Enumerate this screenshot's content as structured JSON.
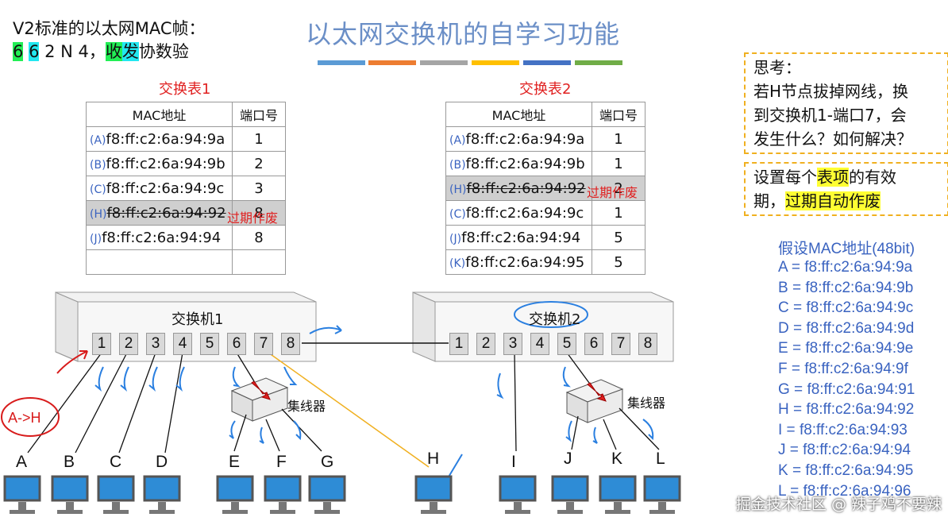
{
  "title": "以太网交换机的自学习功能",
  "title_bar_colors": [
    "#5b9bd5",
    "#ed7d31",
    "#a5a5a5",
    "#ffc000",
    "#4472c4",
    "#70ad47"
  ],
  "mac_frame": {
    "line1": "V2标准的以太网MAC帧：",
    "n1": "6",
    "n2": "6",
    "rest": " 2 N 4，",
    "shou": "收",
    "fa": "发",
    "tail": "协数验"
  },
  "table1": {
    "title": "交换表1",
    "headers": [
      "MAC地址",
      "端口号"
    ],
    "rows": [
      {
        "label": "(A)",
        "mac": "f8:ff:c2:6a:94:9a",
        "port": "1"
      },
      {
        "label": "(B)",
        "mac": "f8:ff:c2:6a:94:9b",
        "port": "2"
      },
      {
        "label": "(C)",
        "mac": "f8:ff:c2:6a:94:9c",
        "port": "3"
      },
      {
        "label": "(H)",
        "mac": "f8:ff:c2:6a:94:92",
        "port": "8"
      },
      {
        "label": "(J)",
        "mac": "f8:ff:c2:6a:94:94",
        "port": "8"
      }
    ],
    "expired_note": "过期作废"
  },
  "table2": {
    "title": "交换表2",
    "headers": [
      "MAC地址",
      "端口号"
    ],
    "rows": [
      {
        "label": "(A)",
        "mac": "f8:ff:c2:6a:94:9a",
        "port": "1"
      },
      {
        "label": "(B)",
        "mac": "f8:ff:c2:6a:94:9b",
        "port": "1"
      },
      {
        "label": "(H)",
        "mac": "f8:ff:c2:6a:94:92",
        "port": "2"
      },
      {
        "label": "(C)",
        "mac": "f8:ff:c2:6a:94:9c",
        "port": "1"
      },
      {
        "label": "(J)",
        "mac": "f8:ff:c2:6a:94:94",
        "port": "5"
      },
      {
        "label": "(K)",
        "mac": "f8:ff:c2:6a:94:95",
        "port": "5"
      }
    ],
    "expired_note": "过期作废"
  },
  "think": {
    "l1": "思考：",
    "l2": "若H节点拔掉网线，换",
    "l3": "到交换机1-端口7，会",
    "l4": "发生什么？如何解决？"
  },
  "answer": {
    "a": "设置每个",
    "b": "表项",
    "c": "的有效",
    "d": "期，",
    "e": "过期自动作废"
  },
  "assume": {
    "title": "假设MAC地址(48bit)",
    "items": [
      {
        "k": "A",
        "v": "f8:ff:c2:6a:94:9a"
      },
      {
        "k": "B",
        "v": "f8:ff:c2:6a:94:9b"
      },
      {
        "k": "C",
        "v": "f8:ff:c2:6a:94:9c"
      },
      {
        "k": "D",
        "v": "f8:ff:c2:6a:94:9d"
      },
      {
        "k": "E",
        "v": "f8:ff:c2:6a:94:9e"
      },
      {
        "k": "F",
        "v": "f8:ff:c2:6a:94:9f"
      },
      {
        "k": "G",
        "v": "f8:ff:c2:6a:94:91"
      },
      {
        "k": "H",
        "v": "f8:ff:c2:6a:94:92"
      },
      {
        "k": "I",
        "v": "f8:ff:c2:6a:94:93"
      },
      {
        "k": "J",
        "v": "f8:ff:c2:6a:94:94"
      },
      {
        "k": "K",
        "v": "f8:ff:c2:6a:94:95"
      },
      {
        "k": "L",
        "v": "f8:ff:c2:6a:94:96"
      }
    ]
  },
  "switch1": {
    "name": "交换机1",
    "ports": [
      "1",
      "2",
      "3",
      "4",
      "5",
      "6",
      "7",
      "8"
    ]
  },
  "switch2": {
    "name": "交换机2",
    "ports": [
      "1",
      "2",
      "3",
      "4",
      "5",
      "6",
      "7",
      "8"
    ]
  },
  "hub_label": "集线器",
  "hosts": [
    "A",
    "B",
    "C",
    "D",
    "E",
    "F",
    "G",
    "H",
    "I",
    "J",
    "K",
    "L"
  ],
  "annotation_arrow": "A->H",
  "watermark": "掘金技术社区 @ 辣子鸡不要辣"
}
